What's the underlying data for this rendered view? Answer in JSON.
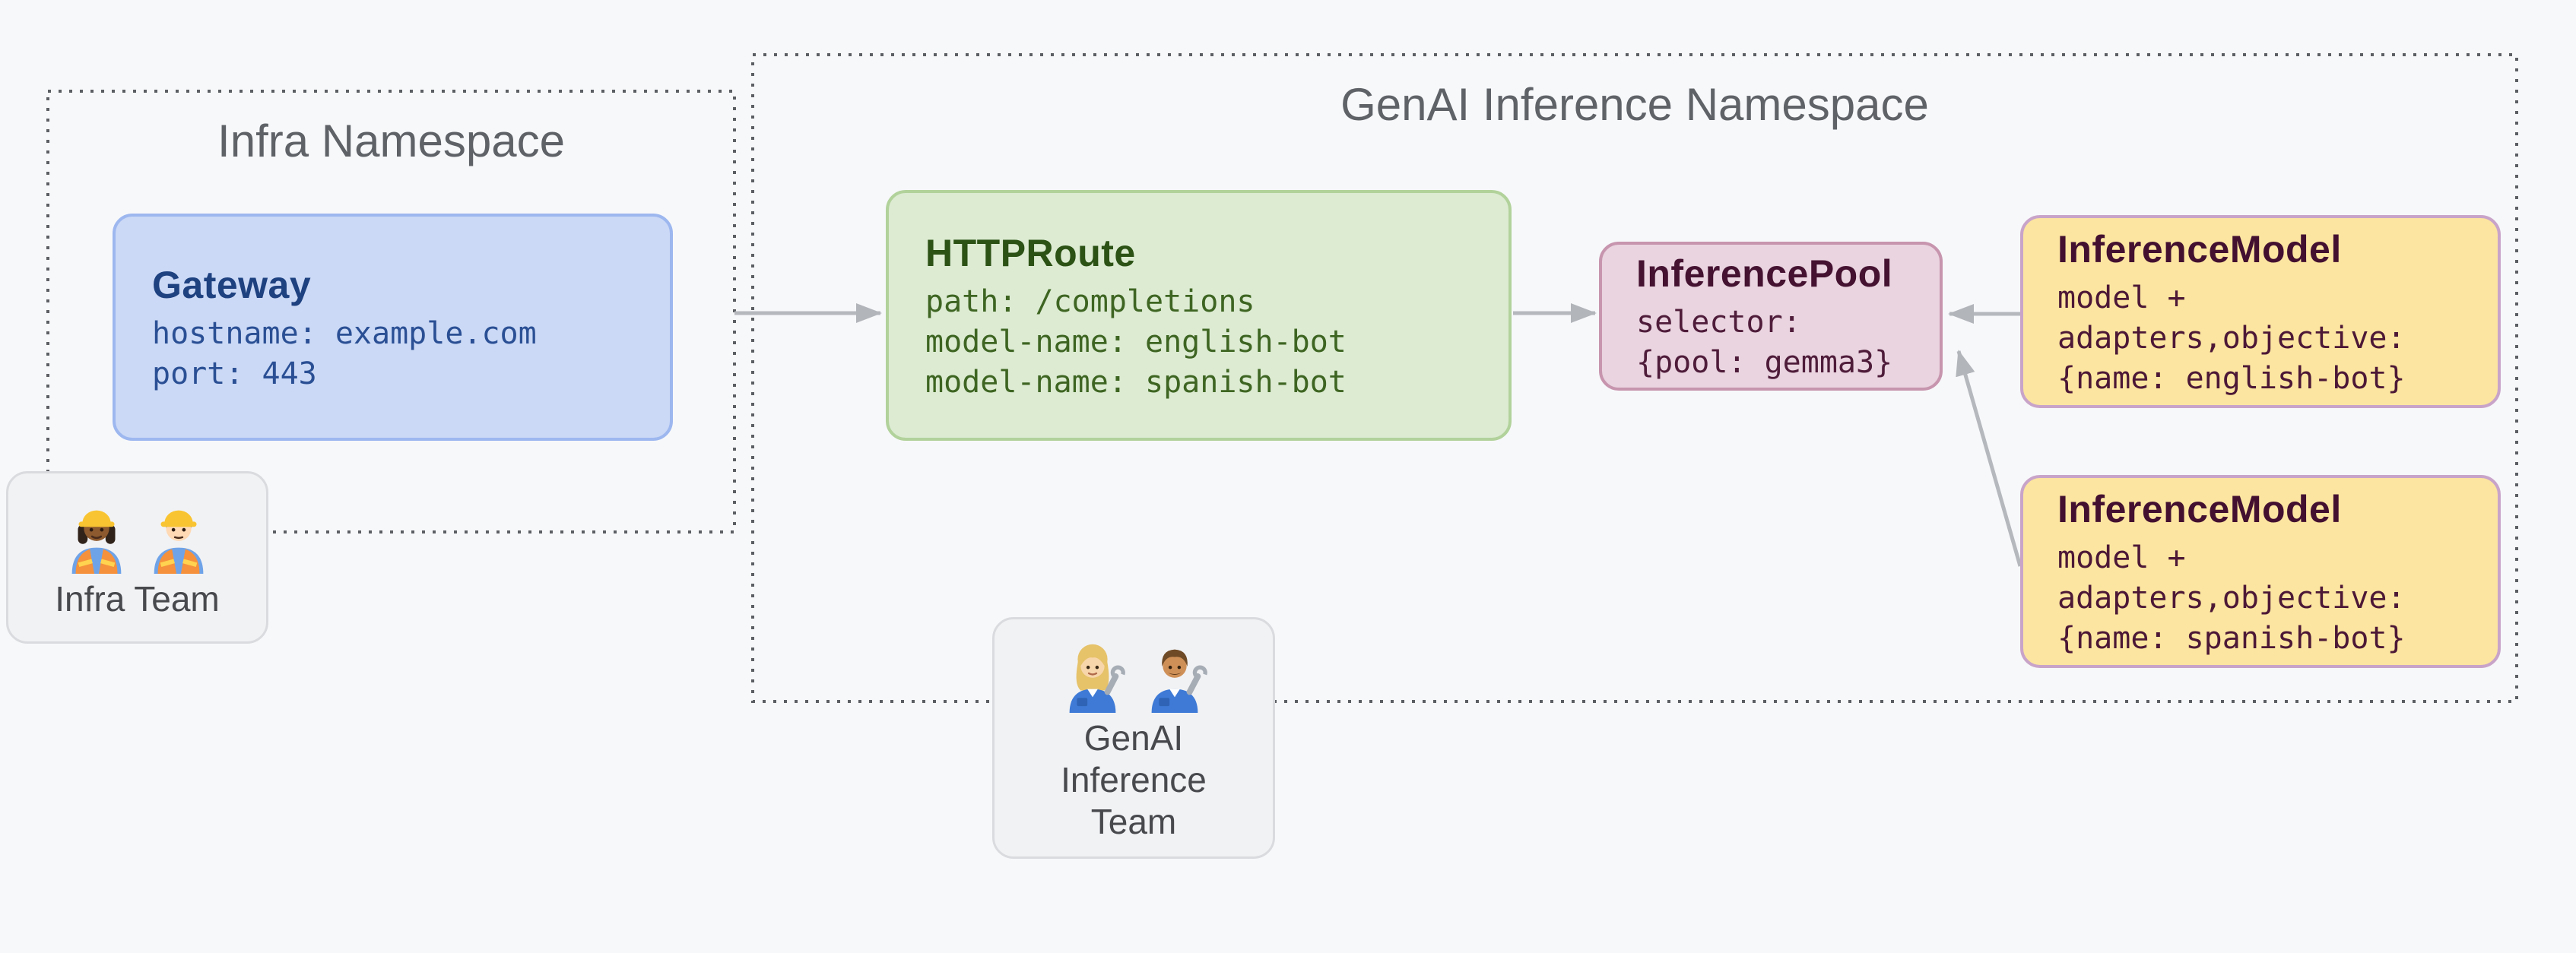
{
  "namespaces": {
    "infra": {
      "title": "Infra Namespace"
    },
    "genai": {
      "title": "GenAI Inference Namespace"
    }
  },
  "nodes": {
    "gateway": {
      "title": "Gateway",
      "lines": [
        "hostname: example.com",
        "port: 443"
      ]
    },
    "httproute": {
      "title": "HTTPRoute",
      "lines": [
        "path: /completions",
        "model-name: english-bot",
        "model-name: spanish-bot"
      ]
    },
    "inferencepool": {
      "title": "InferencePool",
      "lines": [
        "selector:",
        "{pool: gemma3}"
      ]
    },
    "inferencemodel_english": {
      "title": "InferenceModel",
      "lines": [
        "model +",
        "adapters,objective:",
        "{name: english-bot}"
      ]
    },
    "inferencemodel_spanish": {
      "title": "InferenceModel",
      "lines": [
        "model +",
        "adapters,objective:",
        "{name: spanish-bot}"
      ]
    }
  },
  "teams": {
    "infra": {
      "label": "Infra Team",
      "icons": [
        "woman-construction-worker",
        "man-construction-worker"
      ]
    },
    "genai": {
      "label": "GenAI Inference Team",
      "icons": [
        "woman-mechanic",
        "man-mechanic"
      ]
    }
  },
  "colors": {
    "background": "#f7f8fa",
    "namespace_border": "#5c5f63",
    "namespace_title": "#5f6368",
    "gateway_fill": "#cbd9f6",
    "gateway_border": "#9db7ef",
    "gateway_text": "#1e4180",
    "httproute_fill": "#dcebd2",
    "httproute_border": "#b2d29b",
    "httproute_text": "#2c5215",
    "inferencepool_fill": "#e9d4df",
    "inferencepool_border": "#c795ae",
    "inferencepool_text": "#451231",
    "inferencemodel_fill": "#fce5a0",
    "inferencemodel_border": "#c9a4c9",
    "inferencemodel_text": "#431030",
    "team_fill": "#f1f2f4",
    "team_border": "#d9dbde",
    "team_text": "#47494d",
    "arrow": "#b5b8bd"
  }
}
